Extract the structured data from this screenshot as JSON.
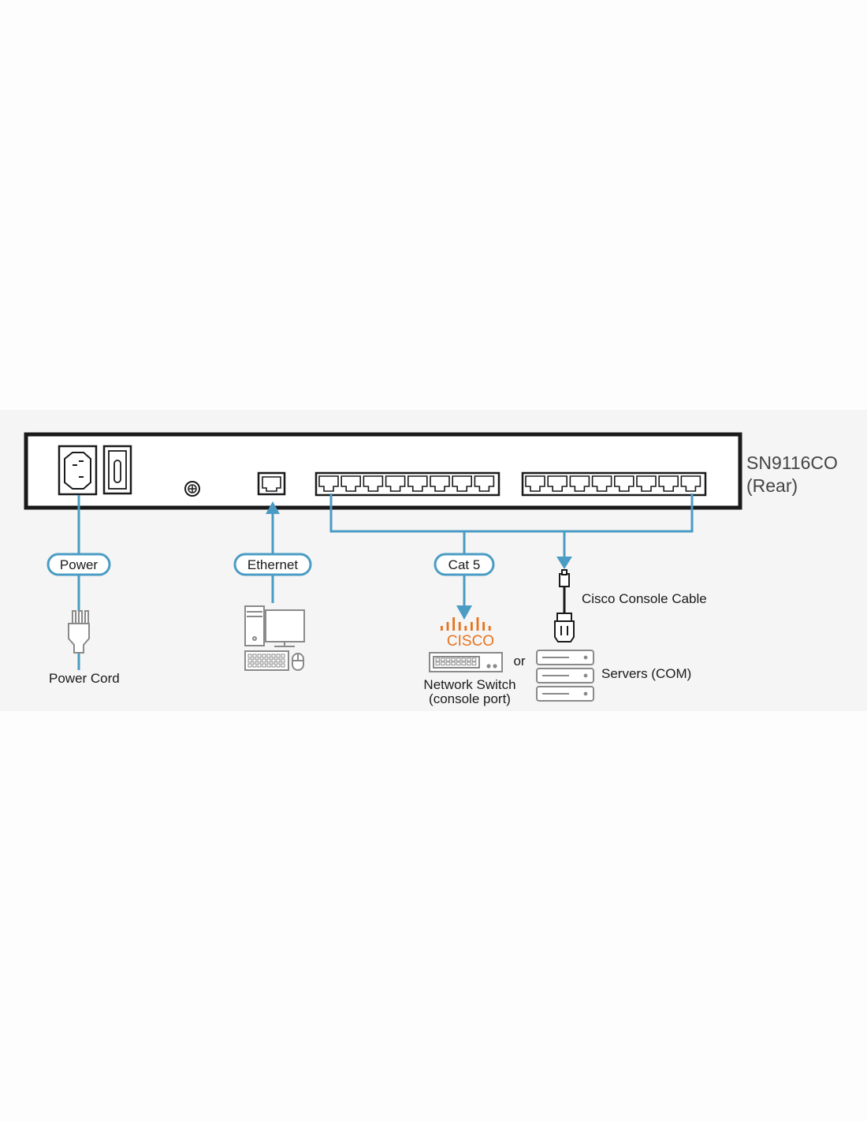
{
  "device": {
    "model": "SN9116CO",
    "view": "(Rear)"
  },
  "connections": {
    "power": "Power",
    "ethernet": "Ethernet",
    "cat5": "Cat 5"
  },
  "devices": {
    "power_cord": "Power Cord",
    "cisco_logo_text": "CISCO",
    "network_switch_line1": "Network Switch",
    "network_switch_line2": "(console port)",
    "or": "or",
    "servers": "Servers (COM)",
    "console_cable": "Cisco Console Cable"
  },
  "colors": {
    "cable": "#4a9cc4",
    "outline": "#1a1a1a",
    "device_gray": "#8a8a8a",
    "cisco": "#e8731c",
    "band": "#f5f5f5"
  }
}
